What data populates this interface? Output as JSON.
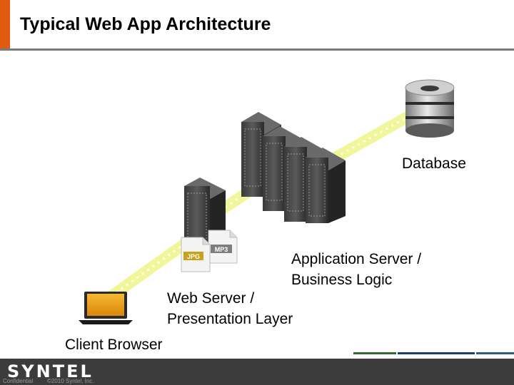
{
  "slide": {
    "title": "Typical Web App Architecture"
  },
  "diagram": {
    "nodes": {
      "database": "Database",
      "app_server_line1": "Application Server /",
      "app_server_line2": "Business Logic",
      "web_server_line1": "Web Server /",
      "web_server_line2": "Presentation Layer",
      "client": "Client Browser"
    },
    "file_badges": {
      "jpg": "JPG",
      "mp3": "MP3"
    },
    "connection_color": "#e6f04a"
  },
  "footer": {
    "logo": "SYNTEL",
    "confidential": "Confidential",
    "copyright": "©2010 Syntel, Inc."
  },
  "colors": {
    "accent": "#e05a12",
    "footer_bg": "#3c3c3c"
  }
}
